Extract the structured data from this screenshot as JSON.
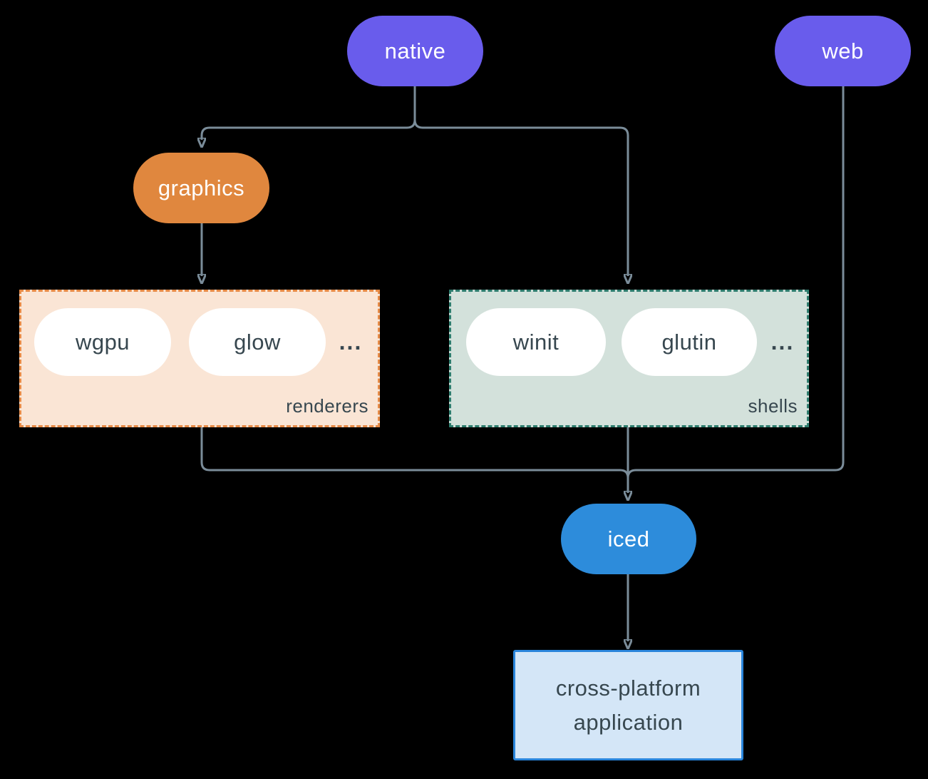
{
  "background": "#000000",
  "edge_color": "#7A8C99",
  "nodes": {
    "native": {
      "label": "native",
      "color": "#695CEC"
    },
    "web": {
      "label": "web",
      "color": "#695CEC"
    },
    "graphics": {
      "label": "graphics",
      "color": "#E0873E"
    },
    "iced": {
      "label": "iced",
      "color": "#2D8CDB"
    },
    "app": {
      "line1": "cross-platform",
      "line2": "application",
      "bg": "#D4E6F7",
      "border": "#2A85DB"
    }
  },
  "groups": {
    "renderers": {
      "label": "renderers",
      "items": [
        "wgpu",
        "glow"
      ],
      "ellipsis": "...",
      "bg": "#FAE5D5",
      "border": "#E68A46"
    },
    "shells": {
      "label": "shells",
      "items": [
        "winit",
        "glutin"
      ],
      "ellipsis": "...",
      "bg": "#D3E1DB",
      "border": "#2E7D6E"
    }
  }
}
